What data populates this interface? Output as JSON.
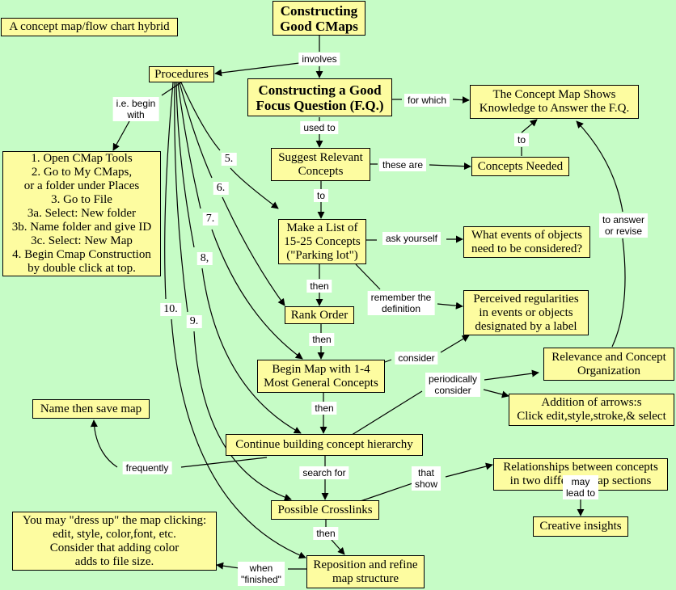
{
  "nodes": {
    "constructing_cmaps": "Constructing\nGood CMaps",
    "hybrid": "A concept map/flow chart hybrid",
    "procedures": "Procedures",
    "focus_question": "Constructing a Good\nFocus Question (F.Q.)",
    "concept_map_shows": "The Concept Map Shows\nKnowledge to Answer the F.Q.",
    "steps": "1. Open CMap Tools\n2. Go to My CMaps,\nor a folder under Places\n3. Go to File\n3a. Select: New folder\n3b. Name folder and give ID\n3c. Select: New Map\n4. Begin Cmap Construction\nby double click at top.",
    "suggest_concepts": "Suggest Relevant\nConcepts",
    "concepts_needed": "Concepts Needed",
    "make_list": "Make a List of\n15-25 Concepts\n(\"Parking lot\")",
    "what_events": "What events of objects\nneed to be considered?",
    "rank_order": "Rank Order",
    "perceived": "Perceived regularities\nin events or objects\ndesignated by a label",
    "begin_map": "Begin Map with 1-4\nMost General Concepts",
    "relevance": "Relevance and Concept\nOrganization",
    "name_save": "Name then save map",
    "addition_arrows": "Addition of arrows:s\nClick edit,style,stroke,& select",
    "continue_building": "Continue building concept hierarchy",
    "relationships": "Relationships between concepts\nin two different map sections",
    "possible_crosslinks": "Possible Crosslinks",
    "creative": "Creative insights",
    "dress_up": "You may \"dress up\" the map clicking:\nedit, style, color,font, etc.\nConsider that adding color\nadds to file size.",
    "reposition": "Reposition and refine\nmap structure"
  },
  "links": {
    "involves": "involves",
    "i_e_begin_with": "i.e. begin\nwith",
    "for_which": "for which",
    "used_to": "used to",
    "these_are": "these are",
    "to_1": "to",
    "to_2": "to",
    "ask_yourself": "ask yourself",
    "then_1": "then",
    "remember": "remember the\ndefinition",
    "then_2": "then",
    "consider": "consider",
    "to_answer": "to answer\nor revise",
    "periodically": "periodically\nconsider",
    "then_3": "then",
    "frequently": "frequently",
    "search_for": "search for",
    "that_show": "that\nshow",
    "may_lead_to": "may\nlead to",
    "then_4": "then",
    "when_finished": "when\n\"finished\""
  },
  "step_numbers": {
    "n5": "5.",
    "n6": "6.",
    "n7": "7.",
    "n8": "8,",
    "n9": "9.",
    "n10": "10."
  }
}
